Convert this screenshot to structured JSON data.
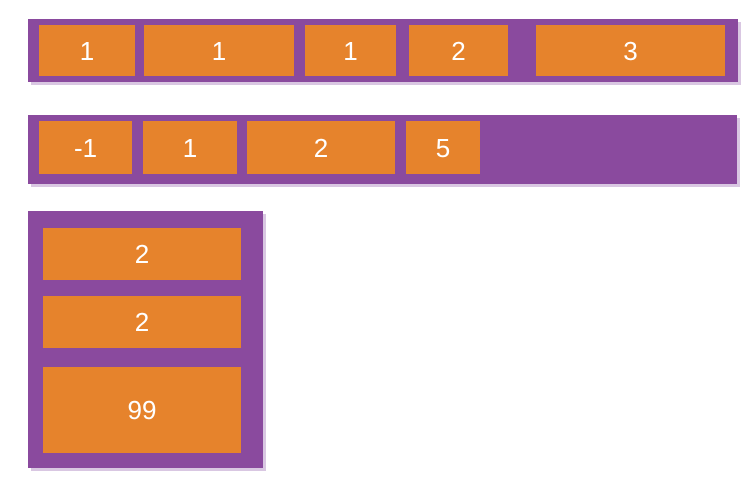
{
  "diagram": {
    "containers": [
      {
        "id": "row-1",
        "direction": "row",
        "items": [
          "1",
          "1",
          "1",
          "2",
          "3"
        ]
      },
      {
        "id": "row-2",
        "direction": "row",
        "items": [
          "-1",
          "1",
          "2",
          "5"
        ]
      },
      {
        "id": "column-1",
        "direction": "column",
        "items": [
          "2",
          "2",
          "99"
        ]
      }
    ]
  },
  "colors": {
    "container": "#8a4a9e",
    "item": "#e6832c",
    "item_text": "#ffffff",
    "shadow": "#d9c7e2",
    "background": "#ffffff"
  }
}
